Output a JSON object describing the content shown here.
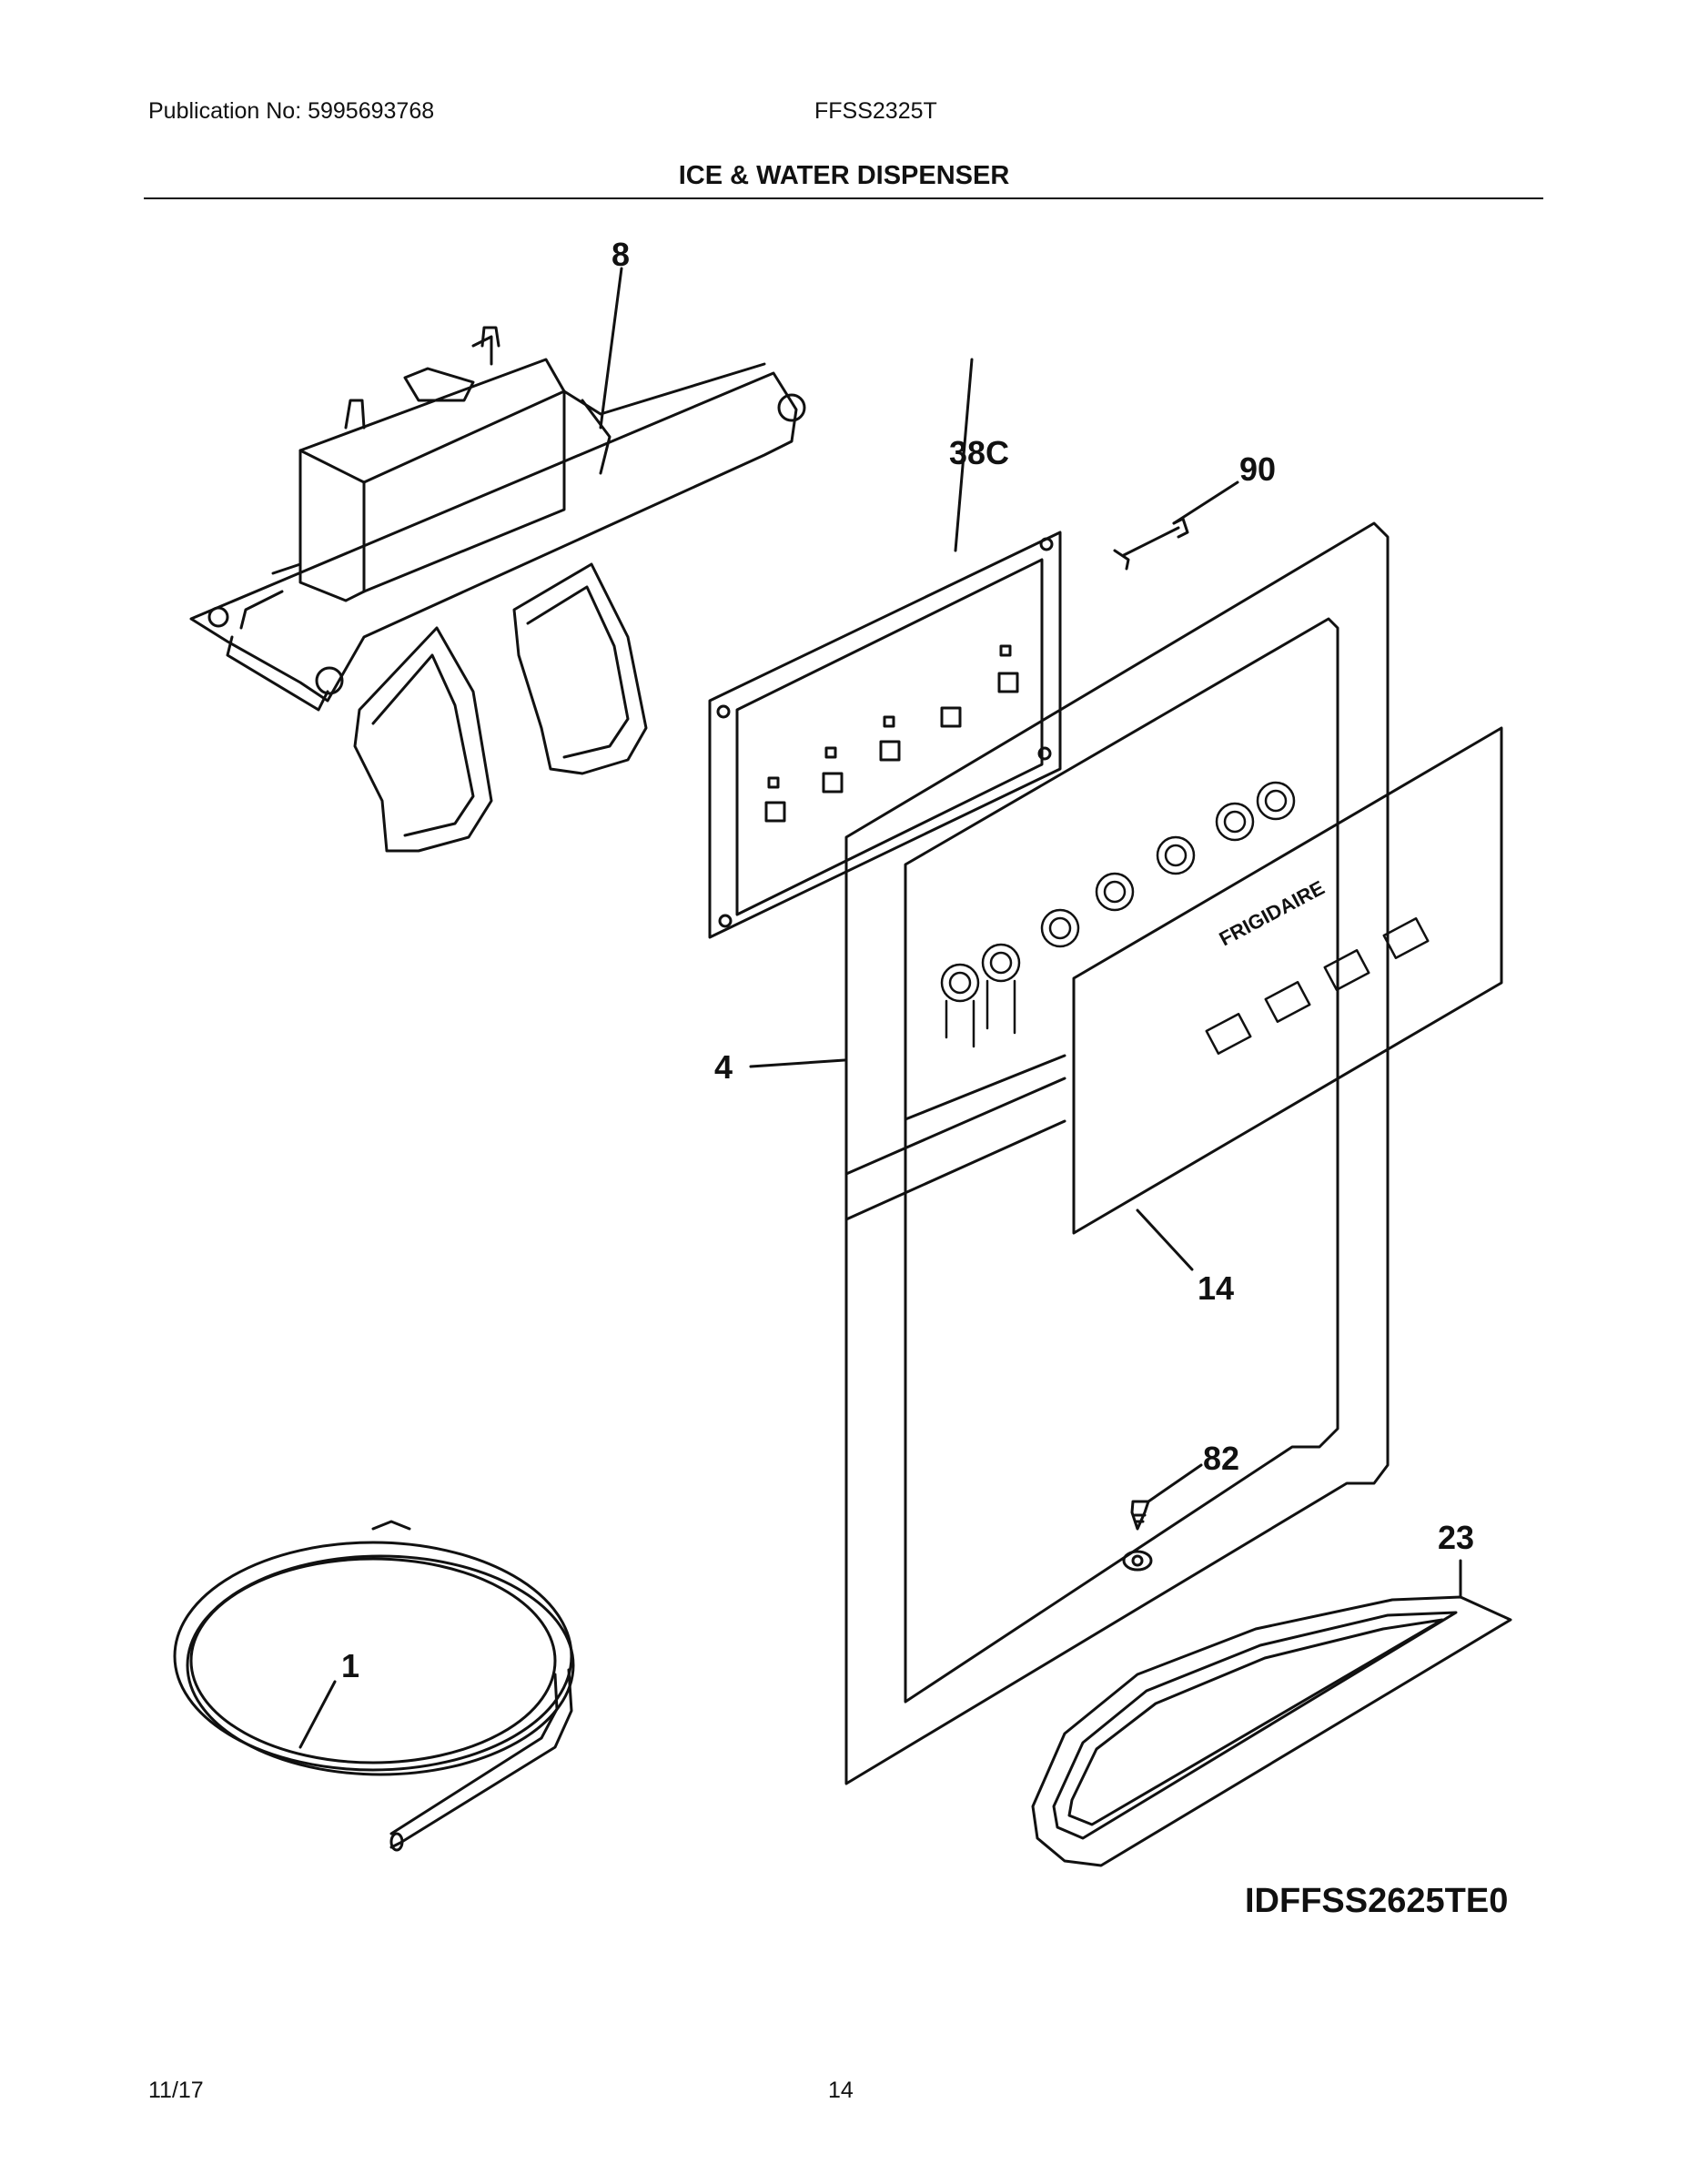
{
  "header": {
    "publication": "Publication No: 5995693768",
    "model": "FFSS2325T",
    "title": "ICE & WATER DISPENSER"
  },
  "diagram": {
    "callouts": [
      "8",
      "38C",
      "90",
      "4",
      "14",
      "82",
      "23",
      "1"
    ],
    "panel_logo": "FRIGIDAIRE",
    "drawing_id": "IDFFSS2625TE0"
  },
  "footer": {
    "date": "11/17",
    "page": "14"
  },
  "colors": {
    "line": "#111111",
    "background": "#ffffff"
  }
}
